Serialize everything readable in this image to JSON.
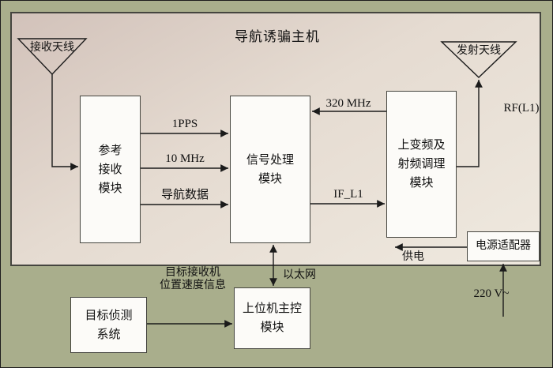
{
  "colors": {
    "background": "#a9ae8c",
    "main_frame_gradient_start": "#d2c2ba",
    "main_frame_gradient_end": "#efe9df",
    "box_fill": "#fcfbf8",
    "line": "#1b1b1b"
  },
  "main_box": {
    "title": "导航诱骗主机"
  },
  "antennas": {
    "receive_label": "接收天线",
    "transmit_label": "发射天线"
  },
  "modules": {
    "reference_receiver": "参考\n接收\n模块",
    "signal_processing": "信号处理\n模块",
    "upconverter": "上变频及\n射频调理\n模块",
    "power_adapter": "电源适配器",
    "host_controller": "上位机主控\n模块",
    "target_detection": "目标侦测\n系统"
  },
  "signal_labels": {
    "pps": "1PPS",
    "ref_10mhz": "10 MHz",
    "nav_data": "导航数据",
    "lo_320mhz": "320 MHz",
    "if_l1": "IF_L1",
    "rf_l1": "RF(L1)",
    "power_supply": "供电",
    "mains": "220 V~",
    "ethernet": "以太网",
    "target_info": "目标接收机\n位置速度信息"
  }
}
